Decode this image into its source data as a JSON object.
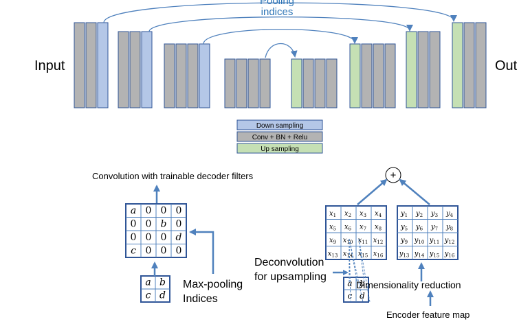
{
  "top": {
    "pooling_line1": "Pooling",
    "pooling_line2": "indices",
    "input_label": "Input",
    "output_label": "Out"
  },
  "legend": {
    "down": "Down sampling",
    "conv": "Conv + BN + Relu",
    "up": "Up sampling"
  },
  "colors": {
    "blue_fill": "#b4c7e7",
    "gray_fill": "#b3b3b3",
    "green_fill": "#c5e0b4",
    "stroke": "#2f5597",
    "arrow": "#4f81bd",
    "pooling_text": "#2e75b6"
  },
  "left": {
    "title": "Convolution with trainable decoder filters",
    "matrix": [
      [
        "a",
        "0",
        "0",
        "0"
      ],
      [
        "0",
        "0",
        "b",
        "0"
      ],
      [
        "0",
        "0",
        "0",
        "d"
      ],
      [
        "c",
        "0",
        "0",
        "0"
      ]
    ],
    "small": [
      [
        "a",
        "b"
      ],
      [
        "c",
        "d"
      ]
    ],
    "maxpool_line1": "Max-pooling",
    "maxpool_line2": "Indices"
  },
  "right": {
    "plus": "+",
    "x_matrix": [
      [
        "x1",
        "x2",
        "x3",
        "x4"
      ],
      [
        "x5",
        "x6",
        "x7",
        "x8"
      ],
      [
        "x9",
        "x10",
        "x11",
        "x12"
      ],
      [
        "x13",
        "x14",
        "x15",
        "x16"
      ]
    ],
    "y_matrix": [
      [
        "y1",
        "y2",
        "y3",
        "y4"
      ],
      [
        "y5",
        "y6",
        "y7",
        "y8"
      ],
      [
        "y9",
        "y10",
        "y11",
        "y12"
      ],
      [
        "y13",
        "y14",
        "y15",
        "y16"
      ]
    ],
    "small": [
      [
        "a",
        "b"
      ],
      [
        "c",
        "d"
      ]
    ],
    "deconv_line1": "Deconvolution",
    "deconv_line2": "for upsampling",
    "dimred": "Dimensionality reduction",
    "encoder": "Encoder feature map"
  }
}
